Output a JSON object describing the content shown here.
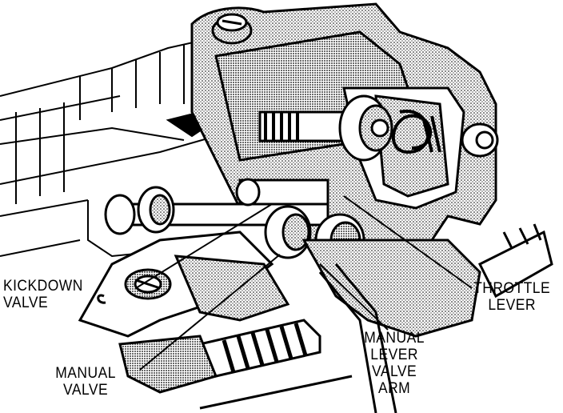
{
  "labels": {
    "kickdown_valve": [
      "KICKDOWN",
      "VALVE"
    ],
    "manual_valve": [
      "MANUAL",
      "VALVE"
    ],
    "manual_lever_valve_arm": [
      "MANUAL",
      "LEVER",
      "VALVE",
      "ARM"
    ],
    "throttle_lever": [
      "THROTTLE",
      "LEVER"
    ]
  },
  "colors": {
    "ink": "#000000",
    "paper": "#ffffff",
    "shade": "#8a8a8a"
  }
}
